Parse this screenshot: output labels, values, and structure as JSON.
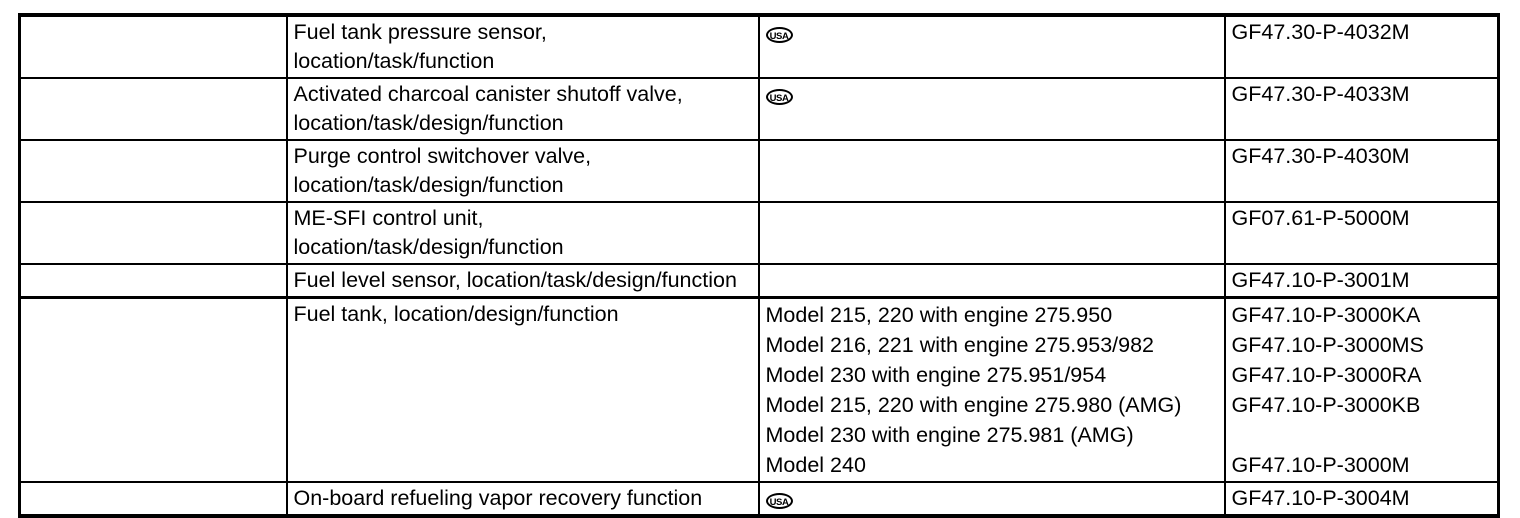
{
  "icons": {
    "usa_label": "USA"
  },
  "table": {
    "rows": [
      {
        "description": "Fuel tank pressure sensor, location/task/function",
        "region": "USA",
        "doc": "GF47.30-P-4032M"
      },
      {
        "description": "Activated charcoal canister shutoff valve, location/task/design/function",
        "region": "USA",
        "doc": "GF47.30-P-4033M"
      },
      {
        "description": "Purge control switchover valve, location/task/design/function",
        "region": "",
        "doc": "GF47.30-P-4030M"
      },
      {
        "description": "ME-SFI control unit, location/task/design/function",
        "region": "",
        "doc": "GF07.61-P-5000M"
      },
      {
        "description": "Fuel level sensor, location/task/design/function",
        "region": "",
        "doc": "GF47.10-P-3001M"
      },
      {
        "description": "Fuel tank, location/design/function",
        "models": [
          "Model 215, 220 with engine 275.950",
          "Model 216, 221 with engine 275.953/982",
          "Model 230 with engine 275.951/954",
          "Model 215, 220 with engine 275.980 (AMG)",
          "Model 230 with engine 275.981 (AMG)",
          "Model 240"
        ],
        "docs": [
          "GF47.10-P-3000KA",
          "GF47.10-P-3000MS",
          "GF47.10-P-3000RA",
          "GF47.10-P-3000KB",
          "",
          "GF47.10-P-3000M"
        ]
      },
      {
        "description": "On-board refueling vapor recovery function",
        "region": "USA",
        "doc": "GF47.10-P-3004M"
      }
    ]
  }
}
